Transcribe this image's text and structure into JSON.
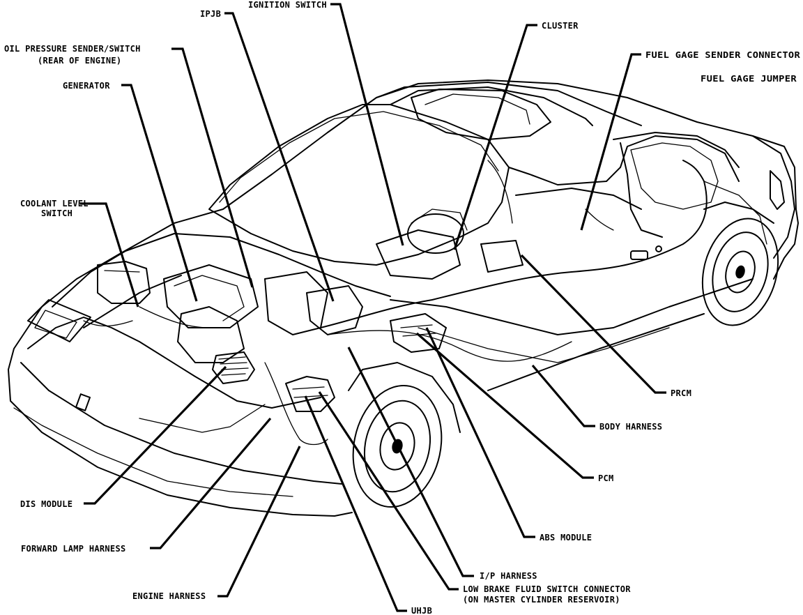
{
  "labels": {
    "ignition_switch": "IGNITION SWITCH",
    "ipjb": "IPJB",
    "cluster": "CLUSTER",
    "oil_pressure_line1": "OIL PRESSURE SENDER/SWITCH",
    "oil_pressure_line2": "(REAR OF ENGINE)",
    "fuel_gage_sender": "FUEL GAGE SENDER CONNECTOR",
    "fuel_gage_jumper": "FUEL GAGE JUMPER",
    "generator": "GENERATOR",
    "coolant_line1": "COOLANT LEVEL",
    "coolant_line2": "SWITCH",
    "prcm": "PRCM",
    "body_harness": "BODY HARNESS",
    "pcm": "PCM",
    "dis_module": "DIS MODULE",
    "abs_module": "ABS MODULE",
    "forward_lamp_harness": "FORWARD LAMP HARNESS",
    "ip_harness": "I/P HARNESS",
    "low_brake_line1": "LOW BRAKE FLUID SWITCH CONNECTOR",
    "low_brake_line2": "(ON MASTER CYLINDER RESERVOIR)",
    "engine_harness": "ENGINE HARNESS",
    "uhjb": "UHJB"
  },
  "colors": {
    "ink": "#000000",
    "paper": "#ffffff"
  }
}
